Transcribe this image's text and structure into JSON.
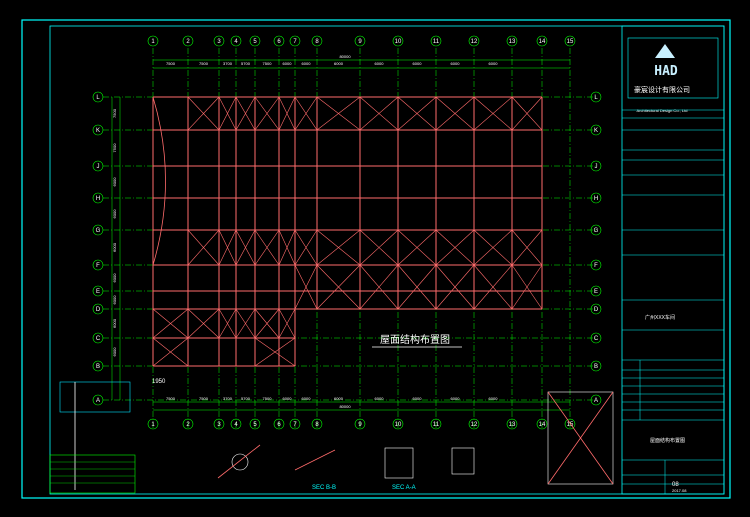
{
  "drawing": {
    "plan_title": "屋面结构布置图",
    "col_axes": [
      "1",
      "2",
      "3",
      "4",
      "5",
      "6",
      "7",
      "8",
      "9",
      "10",
      "11",
      "12",
      "13",
      "14",
      "15"
    ],
    "row_axes": [
      "L",
      "K",
      "J",
      "H",
      "G",
      "F",
      "E",
      "D",
      "C",
      "B",
      "A"
    ],
    "top_dims": [
      "7500",
      "7500",
      "3700",
      "5700",
      "7500",
      "6000",
      "6000",
      "6000",
      "6000",
      "6000",
      "6000",
      "6000"
    ],
    "bottom_dims": [
      "7500",
      "7500",
      "3700",
      "5700",
      "7500",
      "6000",
      "6000",
      "6000",
      "6000",
      "6000",
      "6000",
      "6000"
    ],
    "overall_dim": "80000",
    "left_dims": [
      "7500",
      "7500",
      "6000",
      "6000",
      "6000",
      "6000",
      "6000",
      "6000",
      "6000"
    ],
    "detail_labels": [
      "SEC B-B",
      "SEC A-A"
    ],
    "small_note": "1950"
  },
  "title_block": {
    "logo": "HAD",
    "company_cn": "豪宸设计有限公司",
    "company_en": "Architectural Design Co., Ltd",
    "project": "广州XXX车间",
    "drawing_name": "屋面结构布置图",
    "sheet_no": "08",
    "date": "2017.08"
  },
  "colors": {
    "background": "#000000",
    "frame": "#ffffff",
    "grid": "#00ff00",
    "member": "#ff6b6b",
    "text": "#ffffff",
    "accent": "#00e5ff"
  }
}
